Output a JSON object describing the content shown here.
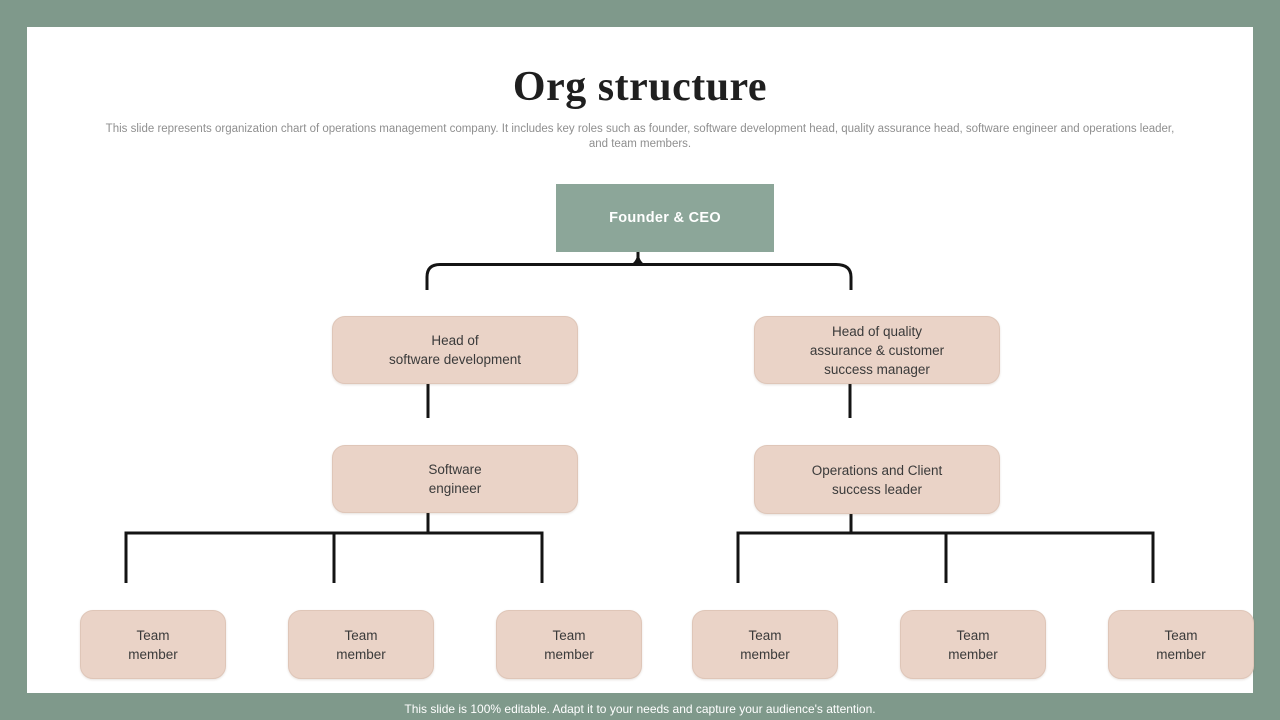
{
  "slide": {
    "title": "Org structure",
    "subtitle": "This slide represents organization chart of operations management company. It includes key roles such as founder, software development head, quality assurance head, software engineer and operations leader, and team members.",
    "footer": "This slide is 100% editable. Adapt it to your needs and capture your audience's attention."
  },
  "colors": {
    "frame_green": "#7F998B",
    "root_green": "#8CA699",
    "node_pink": "#EAD3C7",
    "node_pink_border": "#DFC6B8",
    "connector_line": "#141414",
    "title_text": "#1f1f1f",
    "subtitle_text": "#8f8f8f",
    "node_text": "#3a3a3a",
    "footer_text": "#ffffff"
  },
  "org_chart": {
    "root": {
      "label": "Founder & CEO"
    },
    "level2": [
      {
        "label": "Head of\nsoftware development"
      },
      {
        "label": "Head of quality\nassurance & customer\nsuccess manager"
      }
    ],
    "level3": [
      {
        "label": "Software\nengineer"
      },
      {
        "label": "Operations and Client\nsuccess leader"
      }
    ],
    "team_members": [
      {
        "label": "Team\nmember"
      },
      {
        "label": "Team\nmember"
      },
      {
        "label": "Team\nmember"
      },
      {
        "label": "Team\nmember"
      },
      {
        "label": "Team\nmember"
      },
      {
        "label": "Team\nmember"
      }
    ]
  }
}
